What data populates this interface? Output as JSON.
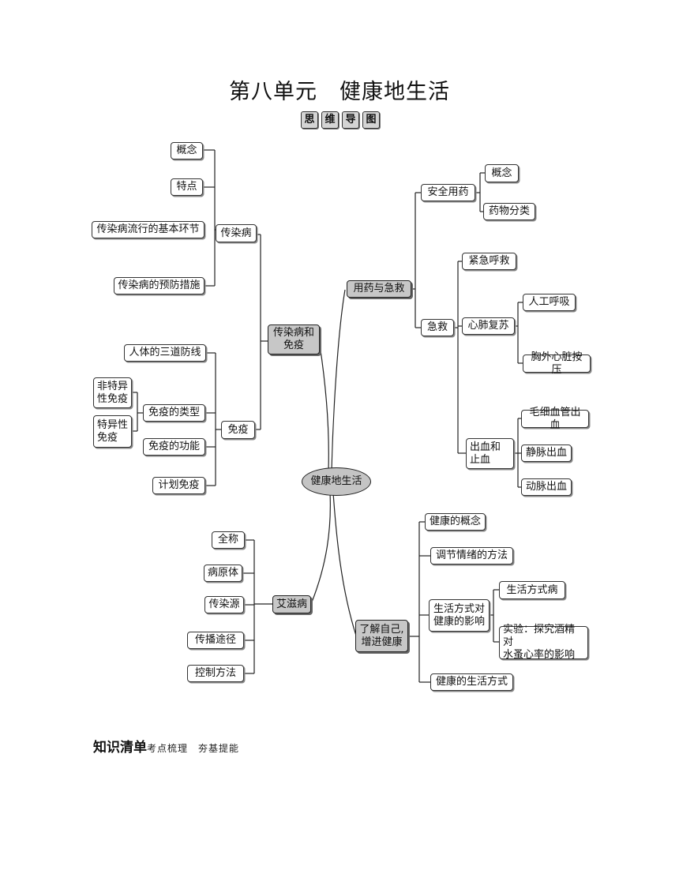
{
  "title": "第八单元　健康地生活",
  "badges": [
    "思",
    "维",
    "导",
    "图"
  ],
  "section": {
    "heading": "知识清单",
    "subtitle": "考点梳理　夯基提能"
  },
  "nodes": {
    "center": "健康地生活",
    "crb": "传染病和\n免疫",
    "crbing": "传染病",
    "gainian1": "概念",
    "tedian": "特点",
    "huanjie": "传染病流行的基本环节",
    "yufang": "传染病的预防措施",
    "mianyi": "免疫",
    "sandao": "人体的三道防线",
    "leixing": "免疫的类型",
    "feite": "非特异\n性免疫",
    "teyi": "特异性\n免疫",
    "gongneng": "免疫的功能",
    "jihua": "计划免疫",
    "aizi": "艾滋病",
    "quancheng": "全称",
    "bingyuan": "病原体",
    "chuanran": "传染源",
    "tujing": "传播途径",
    "kongzhi": "控制方法",
    "yongyao": "用药与急救",
    "anquan": "安全用药",
    "gainian2": "概念",
    "fenlei": "药物分类",
    "jijiu": "急救",
    "jinji": "紧急呼救",
    "xinfei": "心肺复苏",
    "rengong": "人工呼吸",
    "xiongwai": "胸外心脏按压",
    "chuxue": "出血和\n止血",
    "maoxi": "毛细血管出血",
    "jingmai": "静脉出血",
    "dongmai": "动脉出血",
    "liaojie": "了解自己,\n增进健康",
    "jkgn": "健康的概念",
    "tiaojie": "调节情绪的方法",
    "shfs": "生活方式对\n健康的影响",
    "shfsb": "生活方式病",
    "shiyan": "实验：探究酒精对\n水蚤心率的影响",
    "jksh": "健康的生活方式"
  }
}
